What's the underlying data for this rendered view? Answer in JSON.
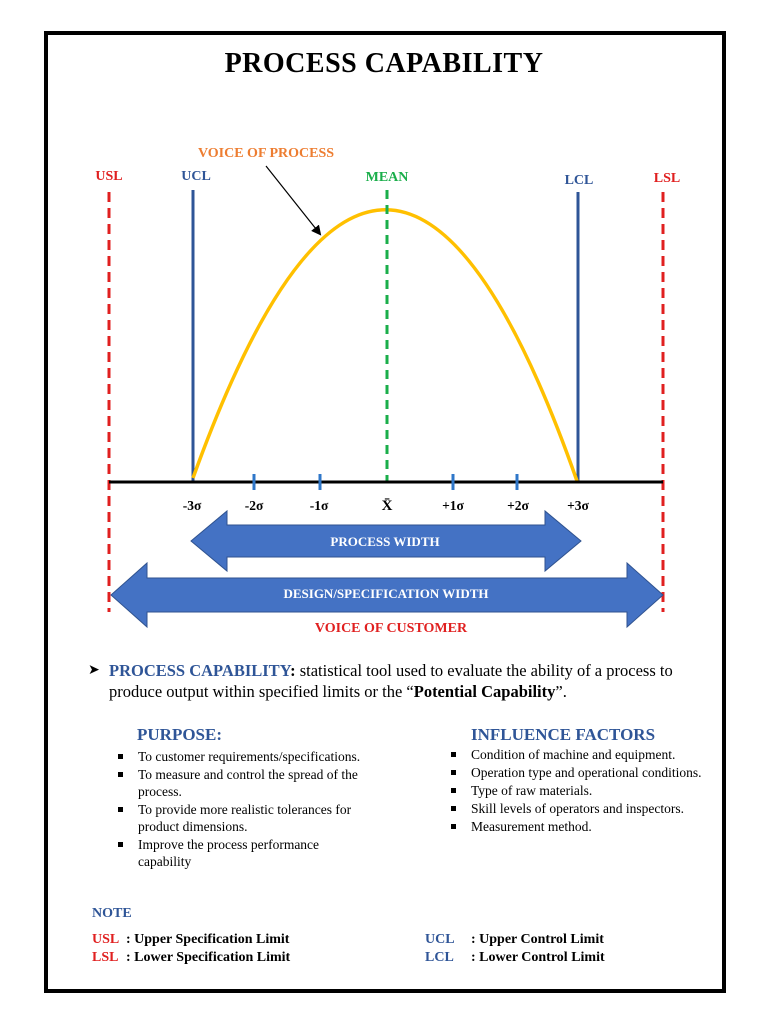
{
  "title": "PROCESS CAPABILITY",
  "labels": {
    "voice_of_process": "VOICE OF PROCESS",
    "usl": "USL",
    "ucl": "UCL",
    "mean": "MEAN",
    "lcl": "LCL",
    "lsl": "LSL",
    "process_width": "PROCESS WIDTH",
    "design_width": "DESIGN/SPECIFICATION WIDTH",
    "voice_of_customer": "VOICE OF CUSTOMER"
  },
  "ticks": [
    "-3σ",
    "-2σ",
    "-1σ",
    "X̄",
    "+1σ",
    "+2σ",
    "+3σ"
  ],
  "definition": {
    "term": "PROCESS CAPABILITY",
    "colon": ":",
    "text": " statistical tool used to evaluate the ability of a process to produce output within specified limits or the “",
    "emph": "Potential Capability",
    "end": "”."
  },
  "purpose": {
    "heading": "PURPOSE:",
    "items": [
      "To customer requirements/specifications.",
      "To measure and control the spread of the process.",
      "To provide more realistic tolerances for product dimensions.",
      "Improve the process performance capability"
    ]
  },
  "influence": {
    "heading": "INFLUENCE FACTORS",
    "items": [
      "Condition of machine and equipment.",
      "Operation type and operational conditions.",
      "Type of raw materials.",
      "Skill levels of operators and inspectors.",
      "Measurement method."
    ]
  },
  "note": {
    "heading": "NOTE",
    "usl_key": "USL",
    "usl_val": ": Upper Specification Limit",
    "lsl_key": "LSL",
    "lsl_val": ": Lower Specification Limit",
    "ucl_key": "UCL",
    "ucl_val": ": Upper Control Limit",
    "lcl_key": "LCL",
    "lcl_val": ": Lower Control Limit"
  },
  "colors": {
    "spec_red": "#E02020",
    "control_blue": "#2F5597",
    "mean_green": "#1AAE4A",
    "curve_gold": "#FFC000",
    "voice_orange": "#ED7D31",
    "arrow_fill": "#4472C4"
  }
}
